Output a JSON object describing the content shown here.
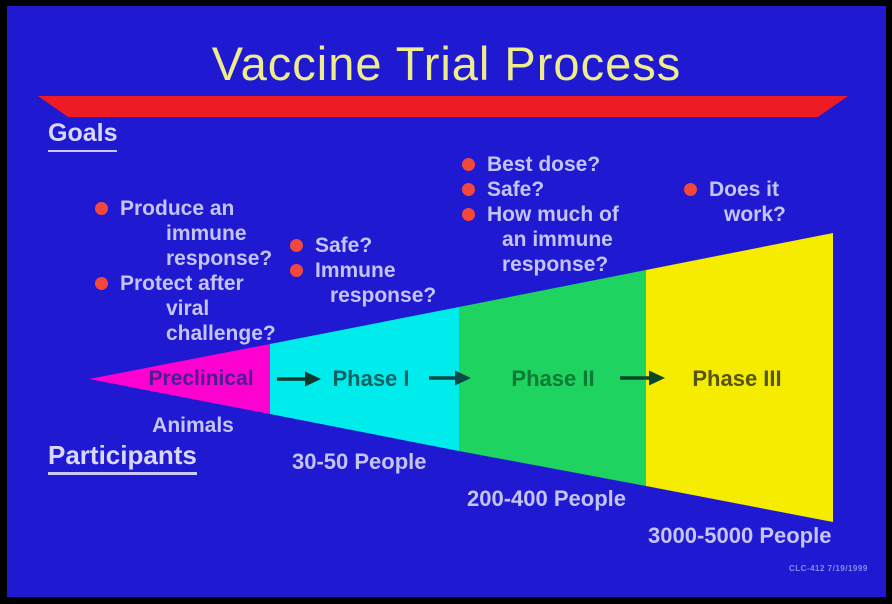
{
  "slide": {
    "title": "Vaccine Trial Process",
    "footer_code": "CLC-412 7/19/1999",
    "headings": {
      "goals": "Goals",
      "participants": "Participants"
    },
    "colors": {
      "background": "#1f1ad2",
      "border": "#000000",
      "accent_bar": "#ed1c24",
      "title_text": "#efec8e",
      "body_text": "#c4c4f8",
      "bullet_dot": "#f2483c",
      "preclinical_fill": "#ff00d0",
      "phase1_fill": "#00ecec",
      "phase2_fill": "#1ed35f",
      "phase3_fill": "#f5ec00"
    }
  },
  "goals_groups": [
    {
      "items": [
        {
          "lines": [
            "Produce an",
            "immune",
            "response?"
          ]
        },
        {
          "lines": [
            "Protect after",
            "viral",
            "challenge?"
          ]
        }
      ]
    },
    {
      "items": [
        {
          "lines": [
            "Safe?"
          ]
        },
        {
          "lines": [
            "Immune",
            "response?"
          ]
        }
      ]
    },
    {
      "items": [
        {
          "lines": [
            "Best dose?"
          ]
        },
        {
          "lines": [
            "Safe?"
          ]
        },
        {
          "lines": [
            "How much of",
            "an immune",
            "response?"
          ]
        }
      ]
    },
    {
      "items": [
        {
          "lines": [
            "Does it",
            "work?"
          ]
        }
      ]
    }
  ],
  "phases": [
    {
      "name": "Preclinical",
      "participants": "Animals"
    },
    {
      "name": "Phase I",
      "participants": "30-50 People"
    },
    {
      "name": "Phase II",
      "participants": "200-400 People"
    },
    {
      "name": "Phase III",
      "participants": "3000-5000 People"
    }
  ]
}
